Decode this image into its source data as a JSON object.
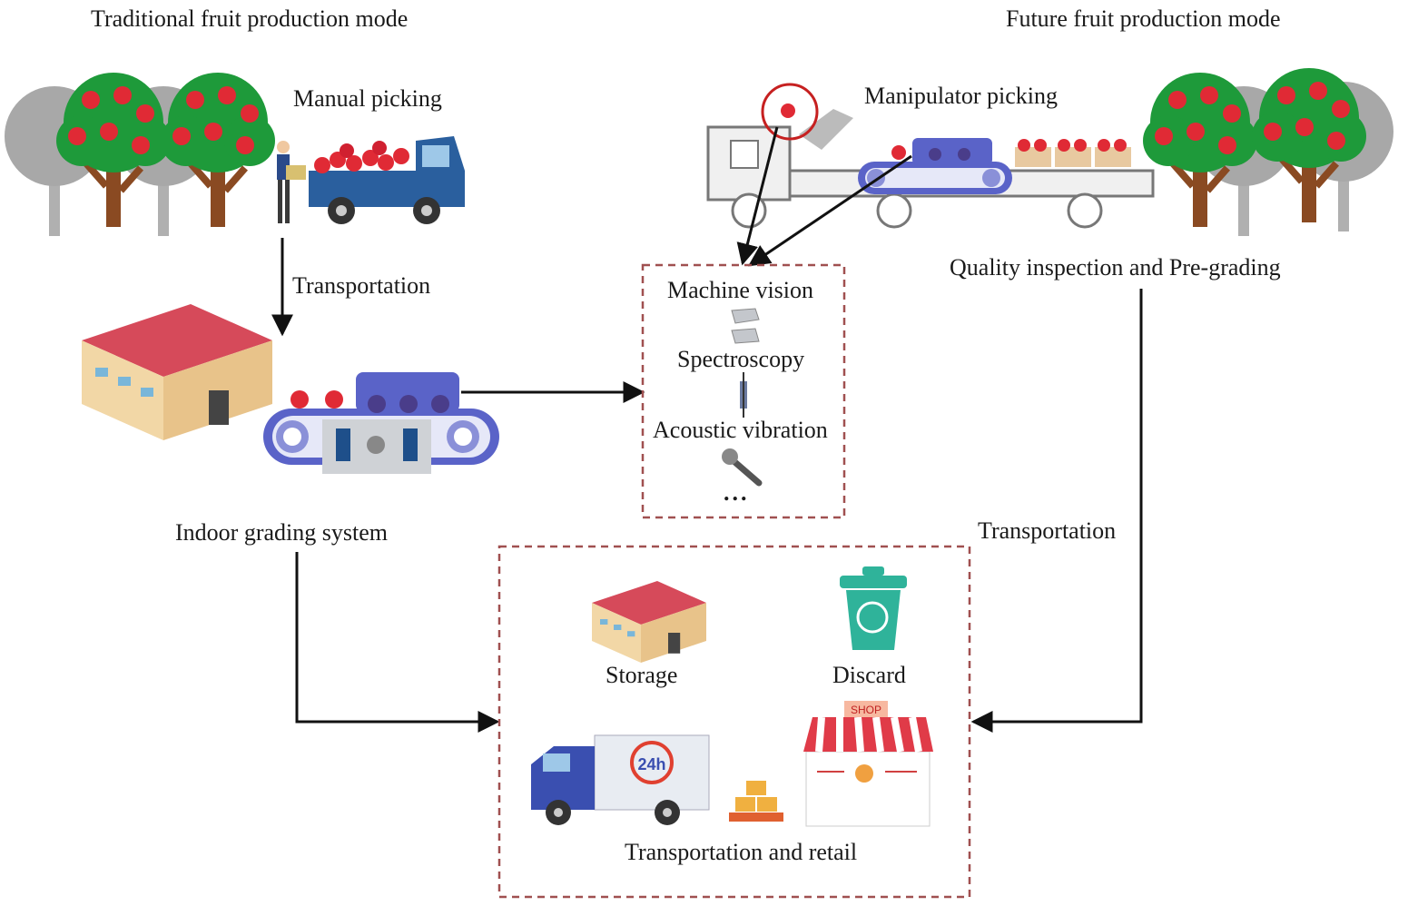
{
  "headers": {
    "traditional": "Traditional fruit production mode",
    "future": "Future fruit production mode"
  },
  "traditional": {
    "picking": "Manual picking",
    "transport": "Transportation",
    "grading": "Indoor grading system"
  },
  "future": {
    "picking": "Manipulator picking",
    "inspection": "Quality inspection and Pre-grading",
    "transport": "Transportation"
  },
  "techniques": {
    "items": [
      "Machine vision",
      "Spectroscopy",
      "Acoustic vibration"
    ],
    "more": "..."
  },
  "destination": {
    "storage": "Storage",
    "discard": "Discard",
    "retail": "Transportation and retail",
    "truck_badge": "24h",
    "shop_sign": "SHOP"
  },
  "colors": {
    "dashed_box": "#a05050",
    "tree_green": "#1e9a3a",
    "apple_red": "#e02a35",
    "truck_blue": "#2a5f9e",
    "conveyor": "#5a63c8",
    "roof_red": "#d64a5a",
    "bin_green": "#2fb39a"
  }
}
